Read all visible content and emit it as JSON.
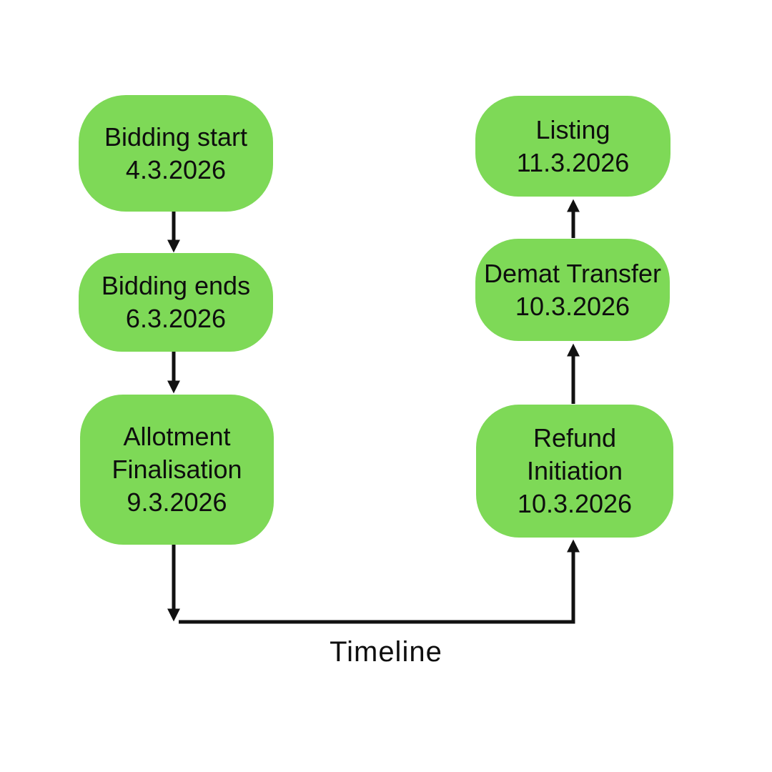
{
  "diagram": {
    "title": "Timeline",
    "colors": {
      "node_fill": "#7ED957",
      "text": "#0E0E0E",
      "arrow": "#111111",
      "background": "#FFFFFF"
    },
    "nodes": [
      {
        "id": "bidding-start",
        "lines": [
          "Bidding start",
          "4.3.2026"
        ]
      },
      {
        "id": "bidding-ends",
        "lines": [
          "Bidding ends",
          "6.3.2026"
        ]
      },
      {
        "id": "allotment-finalisation",
        "lines": [
          "Allotment",
          "Finalisation",
          "9.3.2026"
        ]
      },
      {
        "id": "refund-initiation",
        "lines": [
          "Refund",
          "Initiation",
          "10.3.2026"
        ]
      },
      {
        "id": "demat-transfer",
        "lines": [
          "Demat Transfer",
          "10.3.2026"
        ]
      },
      {
        "id": "listing",
        "lines": [
          "Listing",
          "11.3.2026"
        ]
      }
    ],
    "edges": [
      {
        "from": "bidding-start",
        "to": "bidding-ends"
      },
      {
        "from": "bidding-ends",
        "to": "allotment-finalisation"
      },
      {
        "from": "allotment-finalisation",
        "to": "refund-initiation"
      },
      {
        "from": "refund-initiation",
        "to": "demat-transfer"
      },
      {
        "from": "demat-transfer",
        "to": "listing"
      }
    ]
  }
}
